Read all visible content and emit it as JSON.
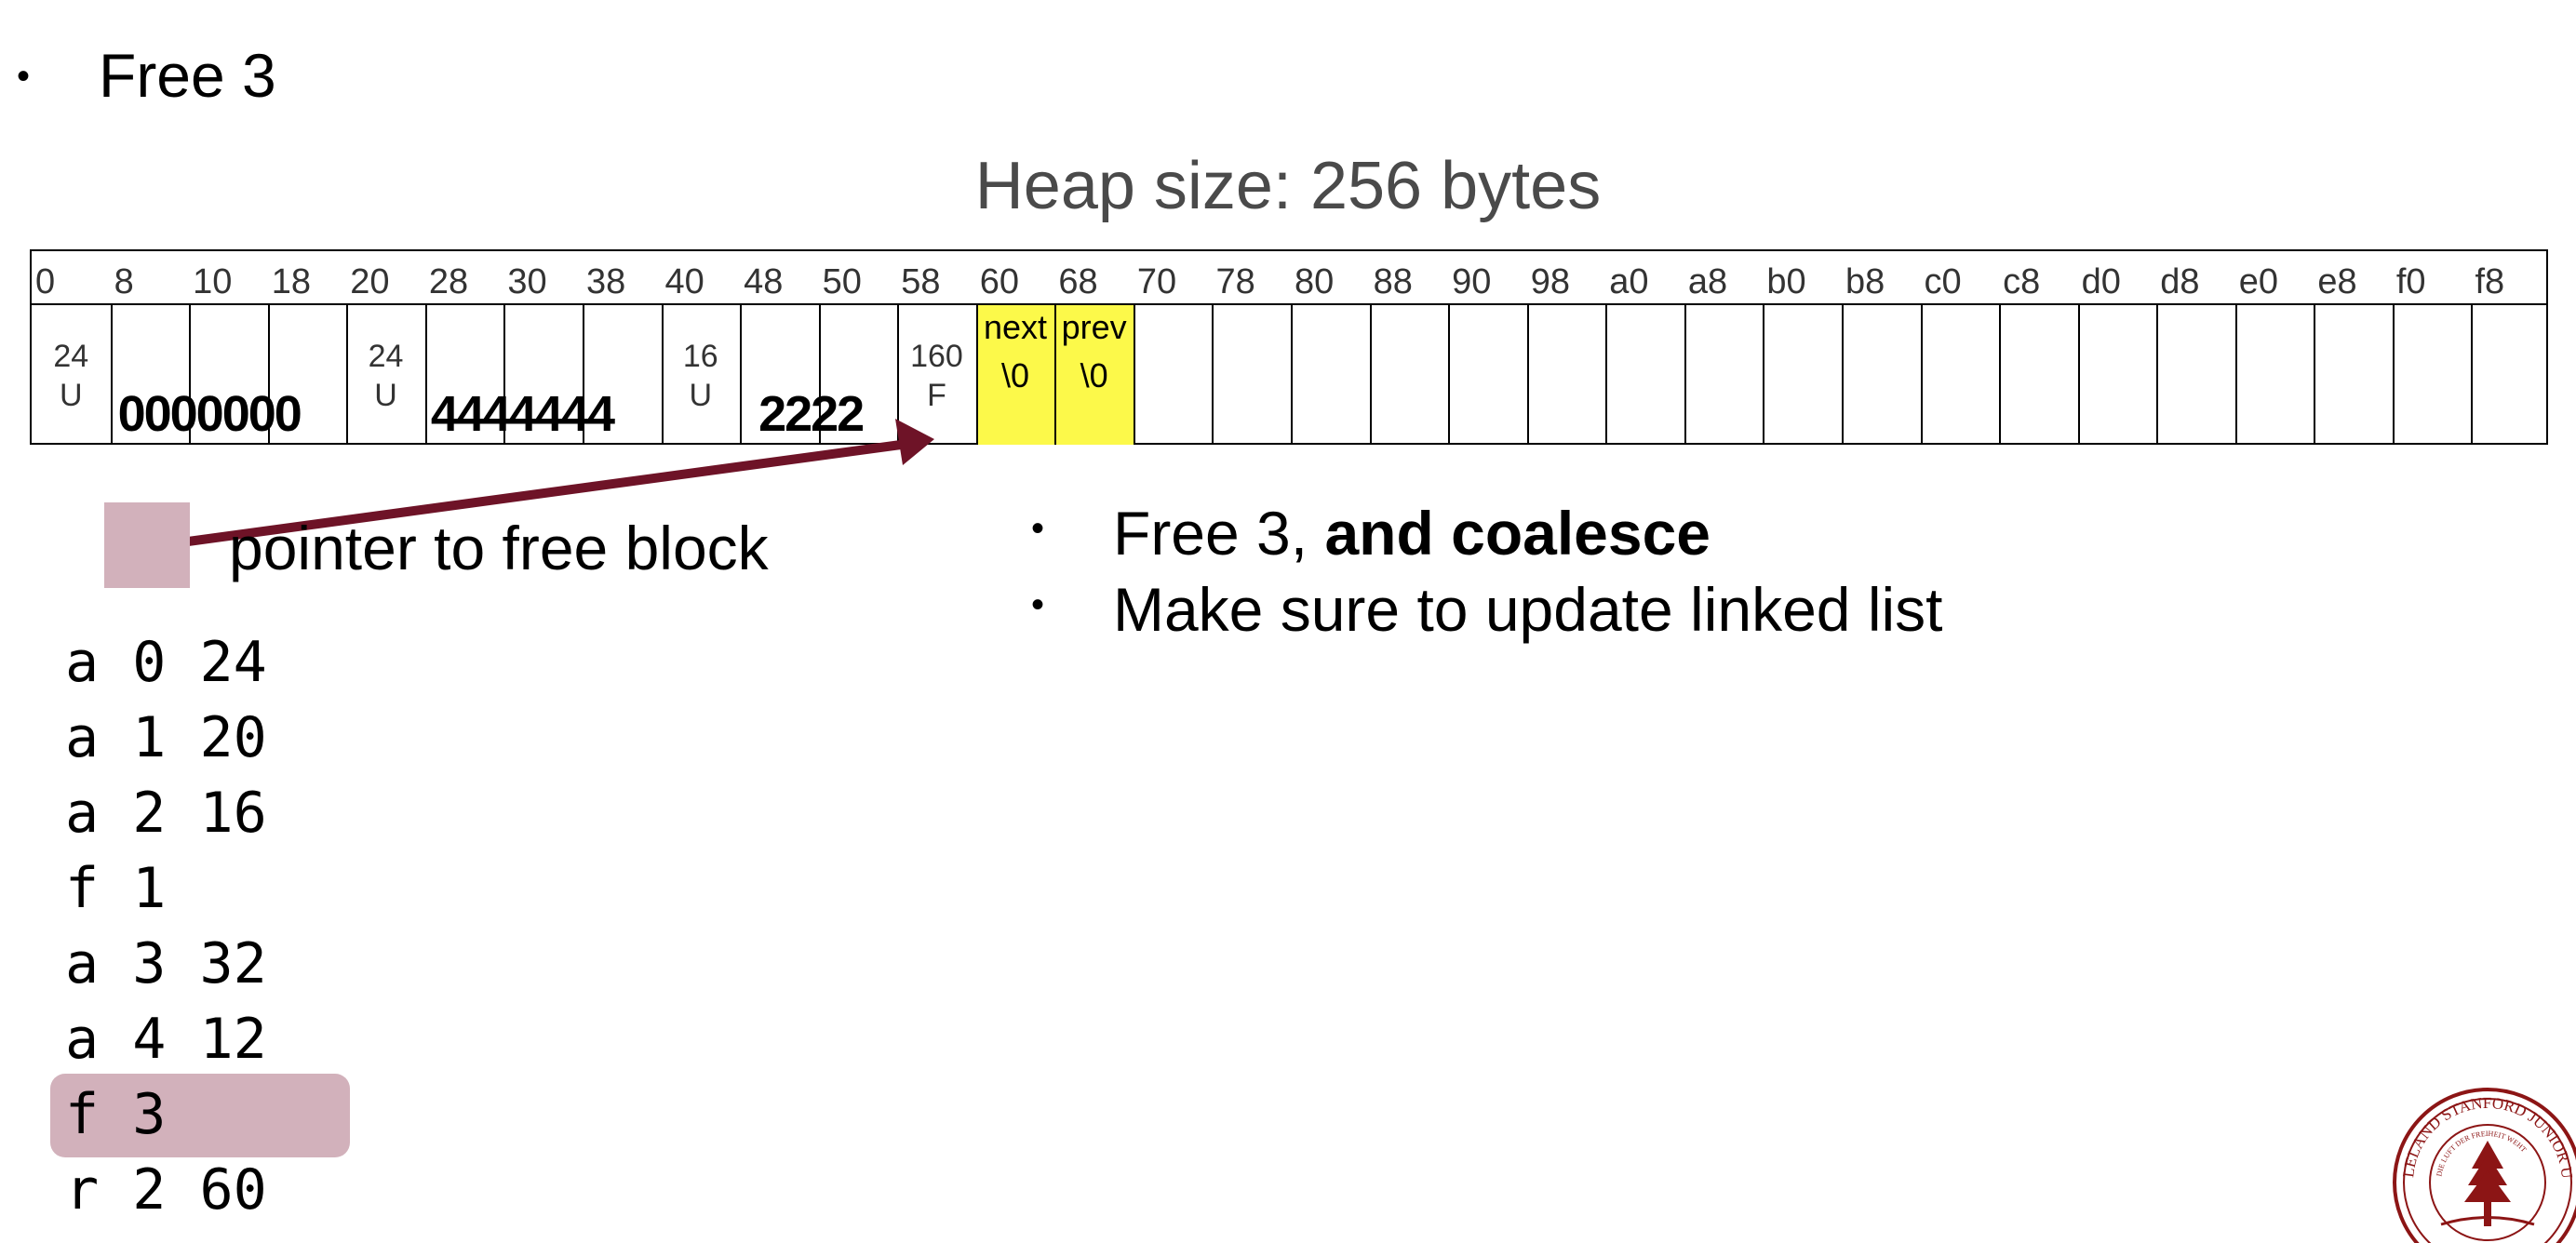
{
  "slide_title": "Free 3",
  "heap_title": "Heap size: 256 bytes",
  "addresses": [
    "0",
    "8",
    "10",
    "18",
    "20",
    "28",
    "30",
    "38",
    "40",
    "48",
    "50",
    "58",
    "60",
    "68",
    "70",
    "78",
    "80",
    "88",
    "90",
    "98",
    "a0",
    "a8",
    "b0",
    "b8",
    "c0",
    "c8",
    "d0",
    "d8",
    "e0",
    "e8",
    "f0",
    "f8"
  ],
  "blocks": {
    "b0": {
      "size": "24",
      "status": "U",
      "payload": "0000000"
    },
    "b1": {
      "size": "24",
      "status": "U",
      "payload": "4444444"
    },
    "b2": {
      "size": "16",
      "status": "U",
      "payload": "2222"
    },
    "b3": {
      "size": "160",
      "status": "F",
      "next_label": "next",
      "next_val": "\\0",
      "prev_label": "prev",
      "prev_val": "\\0"
    }
  },
  "legend": {
    "label": "pointer to free block",
    "swatch_color": "#d2b1bb"
  },
  "right_bullets": {
    "line1_plain": "Free 3, ",
    "line1_bold": "and coalesce",
    "line2": "Make sure to update linked list"
  },
  "commands": [
    "a 0 24",
    "a 1 20",
    "a 2 16",
    "f 1",
    "a 3 32",
    "a 4 12",
    "f 3",
    "r 2 60"
  ],
  "current_command_index": 6,
  "colors": {
    "highlight_yellow": "#fcf94a",
    "arrow": "#6e1327",
    "cardinal_pink": "#d2b1bb",
    "seal": "#8c1515"
  },
  "seal": {
    "lettering": "LELAND STANFORD JUNIOR UNIVERSITY",
    "motto": "DIE LUFT DER FREIHEIT WEHT"
  }
}
